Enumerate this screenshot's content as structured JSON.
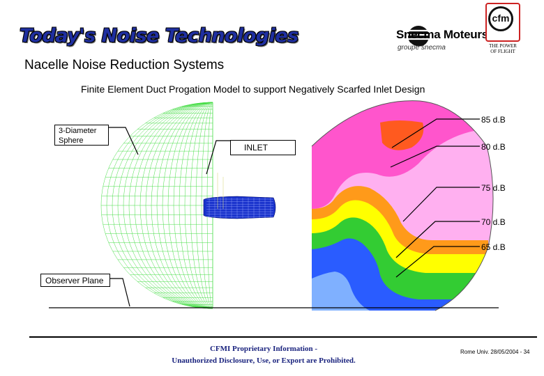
{
  "header": {
    "banner_title": "Today's Noise Technologies",
    "partner_logo": {
      "name": "Snecma Moteurs",
      "tagline": "groupe snecma"
    },
    "cfm_logo": {
      "text": "cfm",
      "tagline_line1": "THE POWER",
      "tagline_line2": "OF FLIGHT"
    },
    "colors": {
      "banner_blue": "#1f2fa0",
      "cfm_red": "#cc2222"
    }
  },
  "slide": {
    "title": "Nacelle Noise Reduction Systems",
    "subtitle": "Finite Element Duct Progation Model to support Negatively Scarfed Inlet Design"
  },
  "figure": {
    "callouts": {
      "sphere": [
        "3-Diameter",
        "Sphere"
      ],
      "inlet": "INLET",
      "observer": "Observer Plane"
    },
    "contour_levels": [
      "85 d.B",
      "80 d.B",
      "75 d.B",
      "70 d.B",
      "65 d.B"
    ],
    "contour_colors": [
      "#ff5a1f",
      "#ff55cc",
      "#ffb0f0",
      "#ff9a1a",
      "#ffff00",
      "#33cc33",
      "#2a5cff",
      "#7fb0ff"
    ],
    "mesh_color": "#44dd44",
    "inlet_color": "#1a33cc"
  },
  "footer": {
    "notice_line1": "CFMI Proprietary Information -",
    "notice_line2": "Unauthorized Disclosure, Use, or Export are Prohibited.",
    "reference": "Rome Univ. 28/05/2004 - 34"
  }
}
